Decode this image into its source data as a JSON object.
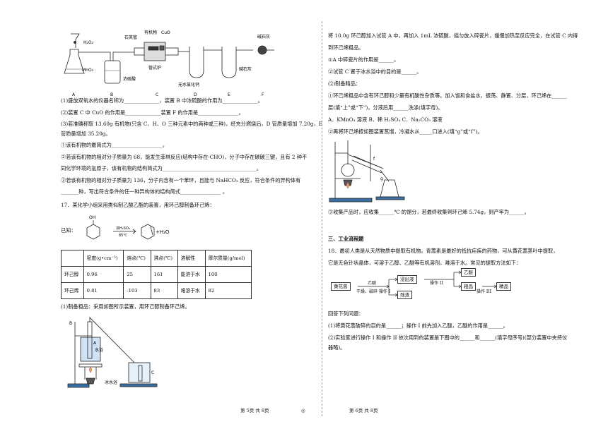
{
  "left": {
    "apparatus_labels": [
      "A",
      "B",
      "C",
      "D",
      "E",
      "F"
    ],
    "apparatus_text": {
      "h2o2": "H₂O₂",
      "mno2": "MnO₂",
      "quartz_tube": "石英管",
      "organic": "有机物",
      "cuo": "CuO",
      "conc_h2so4": "浓硫酸",
      "furnace": "管式炉",
      "cacl2": "无水氯化钙",
      "soda_lime_e": "碱石灰",
      "soda_lime_f": "碱石灰"
    },
    "q16_lines": [
      "(1)盛放双氧水的仪器名称为______________，装置 B 中浓硫酸的作用为______________。",
      "(2)装置 C 中 CuO 的作用是______________装置 F 的作用是________________。",
      "(3)若准确称取 13.60g 有机物(只含 C、H、O 三种元素中的两种或三种)，经充分燃烧后，D 管质量增加 7.20g，E",
      "管质量增加 35.20g。",
      "①该有机物的最简式为____________________。",
      "②若该有机物的相对分子质量为 68，能发生菲林反应(结构中存在-CHO)，分子中存在碳碳三键，且有 2 种不",
      "同化学环境的氢原子，该有机物的结构简式为_____________________________________。",
      "③若该有机物的相对分子质量为 136，分子内含有一个苯环，且能与 NaHCO₃ 反应，符合条件的异构体有",
      "_______种，写出符合条件的任一种异构体的结构简式________________ 。"
    ],
    "q17_title": "17．某化学小组采用类似制乙酸乙酯的装置，用环己醇制备环己烯：",
    "known_label": "已知：",
    "reaction": {
      "oh": "OH",
      "reagent": "浓H₂SO₄",
      "temp": "85℃",
      "product": "+H₂O"
    },
    "table_header": [
      "",
      "密度(g•cm⁻³)",
      "熔点(℃)",
      "沸点(℃)",
      "溶解性",
      "摩尔质量(g/mol)"
    ],
    "table_rows": [
      [
        "环己醇",
        "0.96",
        "25",
        "161",
        "能溶于水",
        "100"
      ],
      [
        "环己烯",
        "0.81",
        "-103",
        "83",
        "难溶于水",
        "82"
      ]
    ],
    "q17_part1": "(1)制备粗品：采用如图所示装置，用环己醇制备环己烯。",
    "fig_labels": {
      "b": "B",
      "a": "A",
      "water_bath": "水浴",
      "ice_bath": "冰水浴",
      "c": "C"
    }
  },
  "right": {
    "lines_top": [
      "将 10.0g 环己醇加入试管 A 中，再加入 1mL 浓硫酸，摇匀放入碎瓷片，缓慢加热至反应完全，在试管 C 内得",
      "到环己烯粗品。",
      "①A 中碎瓷片的作用是______。",
      "②试管 C 置于冰水浴中的目的是______。",
      "(2)制备精品：",
      "①环己烯粗品中含有环己醇和少量有机酸性杂质等。加入饱和食盐水，振荡、静置、分层，环己烯在______",
      "层(填“上”或“下”)，分液后用______洗涤(填字母)。",
      "A．KMnO₄ 溶液    B．稀 H₂SO₄    C．Na₂CO₃ 溶液",
      "②再将环己烯按如图装置蒸馏，冷凝水从_____口进入(填“g”或“f”)。"
    ],
    "distill_labels": {
      "f": "f",
      "g": "g"
    },
    "line_collect": "③收集产品时，应收集______℃ 的馏分，若最终收集到环己烯 5.74g，则产率为______。",
    "section3": "三、工业流程题",
    "q18_lines": [
      "18．最初人类是从天然物质中提取有机物。青蒿素是最好的抵抗疟疾的药物，可从黄花蒿茎叶中提取，",
      "它是无色针状晶体，可溶于乙醇、乙醚等有机溶剂，难溶于水。常见的提取方法如下："
    ],
    "flow": {
      "start": "黄花蒿",
      "step1_top": "乙醚",
      "step1_bottom": "干燥、破碎  操作 I",
      "extract": "浸出液",
      "residue": "残渣",
      "op2": "操作 II",
      "ether": "乙醚",
      "crude": "粗品",
      "op3": "操作 III",
      "fine": "精品"
    },
    "q18_questions": [
      "回答下列问题：",
      "(1)将黄花蒿破碎的目的是______；操作 I 前先加入乙醚，乙醚的作用是______。",
      "(2)实验室进行操作 I 和操作 II 依次用到的装置是下图中的______和______(填字母序号)(部分装置中夹持仪",
      "器略)。"
    ]
  },
  "footer": {
    "left_page": "第 5页  共 8页",
    "center": "◎",
    "right_page": "第 6页  共 8页"
  }
}
